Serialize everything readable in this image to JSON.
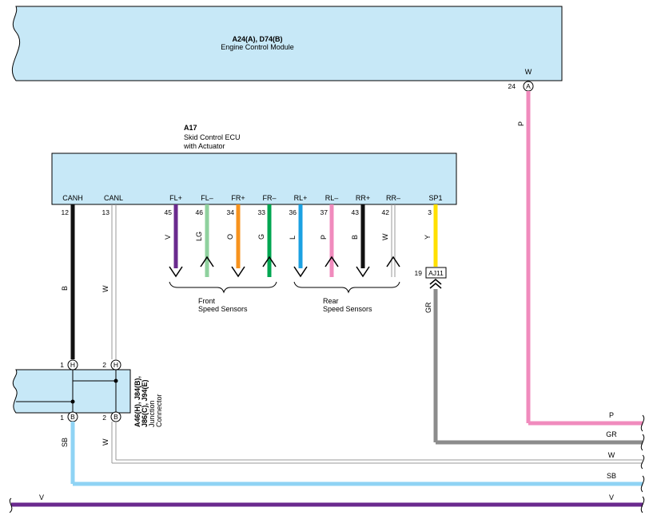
{
  "colors": {
    "box_fill": "#c7e8f7",
    "pink": "#f08bbd",
    "gray": "#8c8c8c",
    "light_blue": "#8fd3f4",
    "violet": "#6a2a8e",
    "black": "#111111",
    "light_green": "#8fd19e",
    "orange": "#f7931e",
    "green": "#00a651",
    "blue": "#1ba1e2",
    "yellow": "#ffe000",
    "white_wire": "#999999"
  },
  "ecm": {
    "code": "A24(A), D74(B)",
    "name": "Engine Control Module",
    "pin_num": "24",
    "pin_conn": "A",
    "pin_color": "W"
  },
  "skid": {
    "code": "A17",
    "name_line1": "Skid Control ECU",
    "name_line2": "with Actuator",
    "pins": [
      {
        "label": "CANH",
        "num": "12",
        "wire": "B"
      },
      {
        "label": "CANL",
        "num": "13",
        "wire": "W"
      },
      {
        "label": "FL+",
        "num": "45",
        "wire": "V"
      },
      {
        "label": "FL–",
        "num": "46",
        "wire": "LG"
      },
      {
        "label": "FR+",
        "num": "34",
        "wire": "O"
      },
      {
        "label": "FR–",
        "num": "33",
        "wire": "G"
      },
      {
        "label": "RL+",
        "num": "36",
        "wire": "L"
      },
      {
        "label": "RL–",
        "num": "37",
        "wire": "P"
      },
      {
        "label": "RR+",
        "num": "43",
        "wire": "B"
      },
      {
        "label": "RR–",
        "num": "42",
        "wire": "W"
      },
      {
        "label": "SP1",
        "num": "3",
        "wire": "Y"
      }
    ]
  },
  "front_sensors": {
    "line1": "Front",
    "line2": "Speed Sensors"
  },
  "rear_sensors": {
    "line1": "Rear",
    "line2": "Speed Sensors"
  },
  "aj11": {
    "num": "19",
    "name": "AJ11",
    "wire_below": "GR"
  },
  "ecm_wire": "P",
  "junction": {
    "line1": "A46(H), J84(B),",
    "line2": "J86(C), J94(E)",
    "line3": "Junction",
    "line4": "Connector",
    "top_pins": [
      {
        "num": "1",
        "conn": "H"
      },
      {
        "num": "2",
        "conn": "H"
      }
    ],
    "bottom_pins": [
      {
        "num": "1",
        "conn": "B"
      },
      {
        "num": "2",
        "conn": "B"
      }
    ],
    "wire_below_left": "SB",
    "wire_below_right": "W"
  },
  "right_labels": [
    "P",
    "GR",
    "W",
    "SB",
    "V"
  ],
  "bottom_left_label": "V"
}
